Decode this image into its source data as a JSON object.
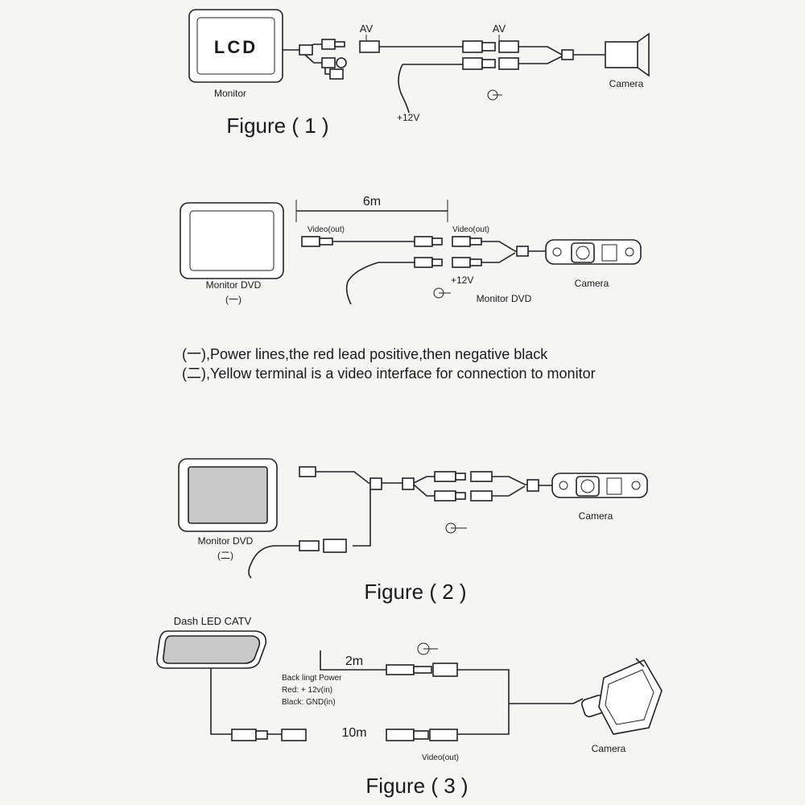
{
  "figure1": {
    "monitor_screen_text": "LCD",
    "monitor_label": "Monitor",
    "av_left": "AV",
    "av_right": "AV",
    "power_label": "+12V",
    "camera_label": "Camera",
    "caption": "Figure ( 1 )"
  },
  "section2": {
    "distance": "6m",
    "video_out_left": "Video(out)",
    "video_out_right": "Video(out)",
    "power_label": "+12V",
    "monitor_label": "Monitor DVD",
    "monitor_sub": "(一)",
    "monitor_dvd_right": "Monitor DVD",
    "camera_label": "Camera"
  },
  "notes": {
    "line1": "(一),Power lines,the red lead positive,then negative black",
    "line2": "(二),Yellow terminal is a video interface for connection to monitor"
  },
  "figure2": {
    "monitor_label": "Monitor DVD",
    "monitor_sub": "(二)",
    "camera_label": "Camera",
    "caption": "Figure ( 2 )"
  },
  "figure3": {
    "dash_label": "Dash  LED CATV",
    "distance_2m": "2m",
    "distance_10m": "10m",
    "backlight_line1": "Back lingt Power",
    "backlight_line2": "Red:  +    12v(in)",
    "backlight_line3": "Black: GND(in)",
    "video_out": "Video(out)",
    "camera_label": "Camera",
    "caption": "Figure ( 3 )"
  }
}
